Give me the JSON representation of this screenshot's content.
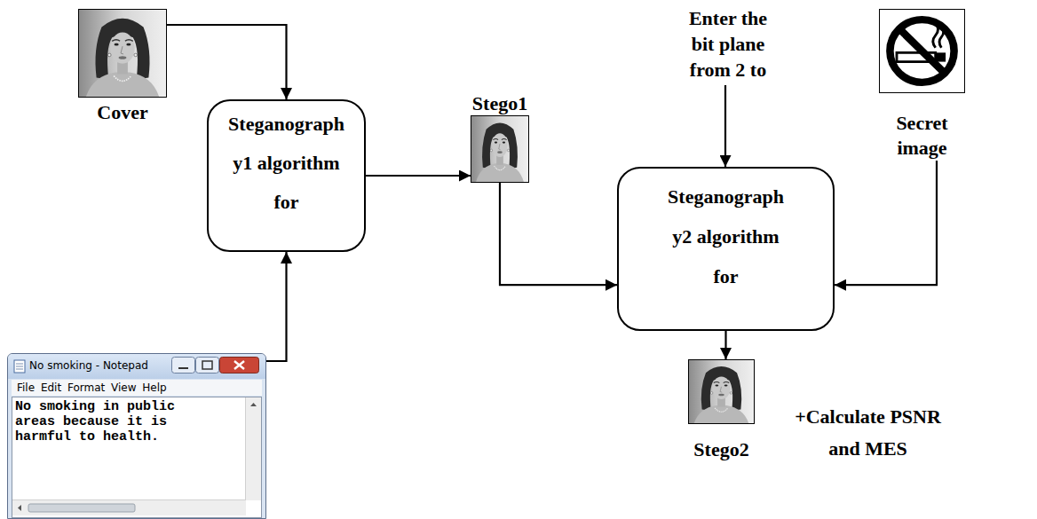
{
  "diagram": {
    "nodes": [
      {
        "text": [
          "Cover"
        ]
      },
      {
        "text": [
          "Steganograph y1 algorithm for"
        ]
      },
      {
        "text": [
          "Stego1"
        ]
      },
      {
        "text": [
          "Steganograph y2 algorithm for"
        ]
      },
      {
        "text": [
          "Secret image"
        ]
      },
      {
        "text": [
          "No smoking - Notepad",
          "File Edit Format View Help",
          "No smoking in public areas because it is harmful to health."
        ]
      },
      {
        "text": [
          "Stego2"
        ]
      }
    ],
    "edges": [
      {
        "from": 0,
        "to": 1,
        "arrow": "to"
      },
      {
        "from": 5,
        "to": 1,
        "arrow": "to"
      },
      {
        "from": 1,
        "to": 2,
        "arrow": "to"
      },
      {
        "from": 2,
        "to": 3,
        "arrow": "to"
      },
      {
        "from": 4,
        "to": 3,
        "arrow": "to"
      },
      {
        "from": 3,
        "to": 6,
        "arrow": "to"
      }
    ],
    "labels": [
      "Enter the bit plane from 2 to",
      "+Calculate PSNR and MES"
    ]
  }
}
